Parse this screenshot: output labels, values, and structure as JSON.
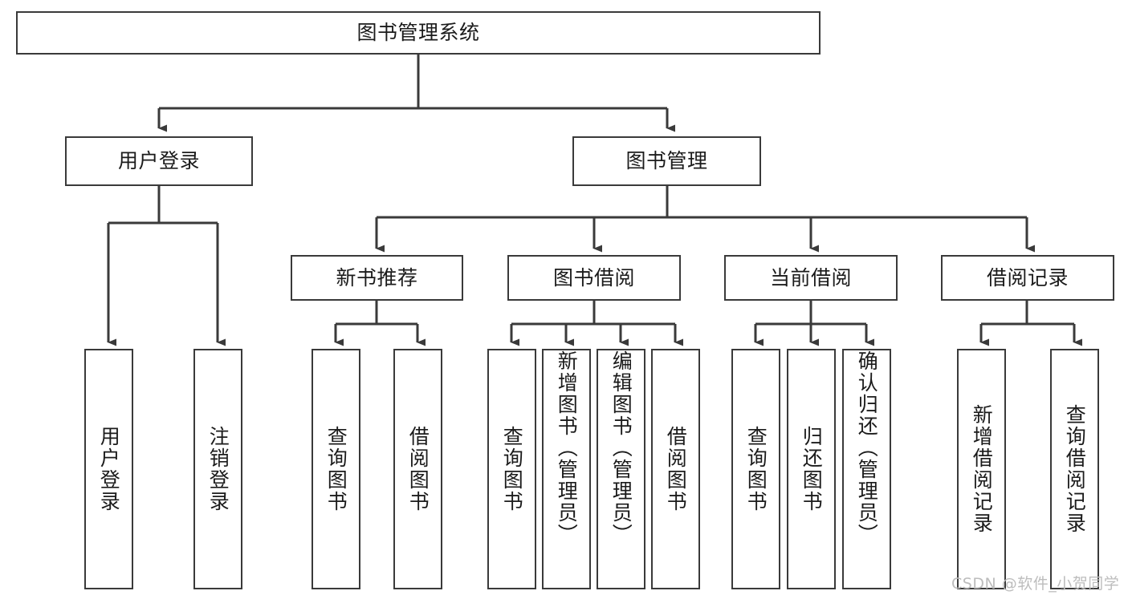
{
  "diagram": {
    "type": "tree-hierarchy-diagram",
    "title": "图书管理系统",
    "nodes": {
      "root": {
        "label": "图书管理系统",
        "level": 1,
        "orientation": "horizontal"
      },
      "l2": [
        {
          "id": "user-login",
          "label": "用户登录",
          "level": 2,
          "orientation": "horizontal"
        },
        {
          "id": "book-management",
          "label": "图书管理",
          "level": 2,
          "orientation": "horizontal"
        }
      ],
      "l3": [
        {
          "id": "new-book-recommend",
          "label": "新书推荐",
          "level": 3,
          "orientation": "horizontal"
        },
        {
          "id": "book-borrow",
          "label": "图书借阅",
          "level": 3,
          "orientation": "horizontal"
        },
        {
          "id": "current-borrow",
          "label": "当前借阅",
          "level": 3,
          "orientation": "horizontal"
        },
        {
          "id": "borrow-record",
          "label": "借阅记录",
          "level": 3,
          "orientation": "horizontal"
        }
      ],
      "leaves": [
        {
          "id": "leaf-user-login",
          "label": "用户登录",
          "parent": "user-login",
          "orientation": "vertical"
        },
        {
          "id": "leaf-user-logout",
          "label": "注销登录",
          "parent": "user-login",
          "orientation": "vertical"
        },
        {
          "id": "leaf-query-book-1",
          "label": "查询图书",
          "parent": "new-book-recommend",
          "orientation": "vertical"
        },
        {
          "id": "leaf-borrow-book-1",
          "label": "借阅图书",
          "parent": "new-book-recommend",
          "orientation": "vertical"
        },
        {
          "id": "leaf-query-book-2",
          "label": "查询图书",
          "parent": "book-borrow",
          "orientation": "vertical"
        },
        {
          "id": "leaf-add-book",
          "label": "新增图书（管理员）",
          "parent": "book-borrow",
          "orientation": "vertical"
        },
        {
          "id": "leaf-edit-book",
          "label": "编辑图书（管理员）",
          "parent": "book-borrow",
          "orientation": "vertical"
        },
        {
          "id": "leaf-borrow-book-2",
          "label": "借阅图书",
          "parent": "book-borrow",
          "orientation": "vertical"
        },
        {
          "id": "leaf-query-book-3",
          "label": "查询图书",
          "parent": "current-borrow",
          "orientation": "vertical"
        },
        {
          "id": "leaf-return-book",
          "label": "归还图书",
          "parent": "current-borrow",
          "orientation": "vertical"
        },
        {
          "id": "leaf-confirm-return",
          "label": "确认归还（管理员）",
          "parent": "current-borrow",
          "orientation": "vertical"
        },
        {
          "id": "leaf-add-record",
          "label": "新增借阅记录",
          "parent": "borrow-record",
          "orientation": "vertical"
        },
        {
          "id": "leaf-query-record",
          "label": "查询借阅记录",
          "parent": "borrow-record",
          "orientation": "vertical"
        }
      ]
    },
    "colors": {
      "border": "#3a3a3a",
      "fill": "#ffffff",
      "text": "#1b1b1b",
      "connector": "#3a3a3a",
      "watermark": "#bdbdbd",
      "background": "#ffffff"
    }
  },
  "watermark": {
    "text": "CSDN @软件_小贺同学"
  }
}
